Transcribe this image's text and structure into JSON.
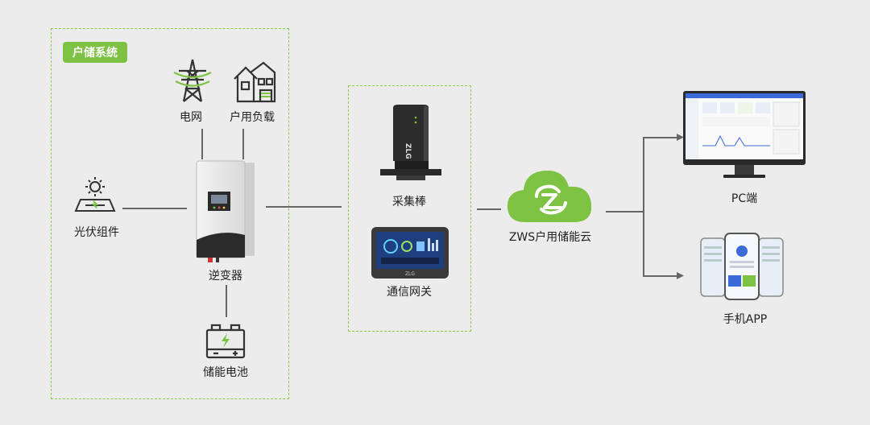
{
  "system": {
    "tag": "户储系统",
    "grid": "电网",
    "household_load": "户用负载",
    "pv_module": "光伏组件",
    "inverter": "逆变器",
    "battery": "储能电池"
  },
  "gateway": {
    "stick": "采集棒",
    "comm_gateway": "通信网关",
    "screen_brand": "ZLG"
  },
  "cloud": {
    "label": "ZWS户用储能云"
  },
  "clients": {
    "pc": "PC端",
    "app": "手机APP"
  },
  "colors": {
    "accent": "#7dc242",
    "line": "#666666",
    "dashed": "#8cc84b"
  }
}
